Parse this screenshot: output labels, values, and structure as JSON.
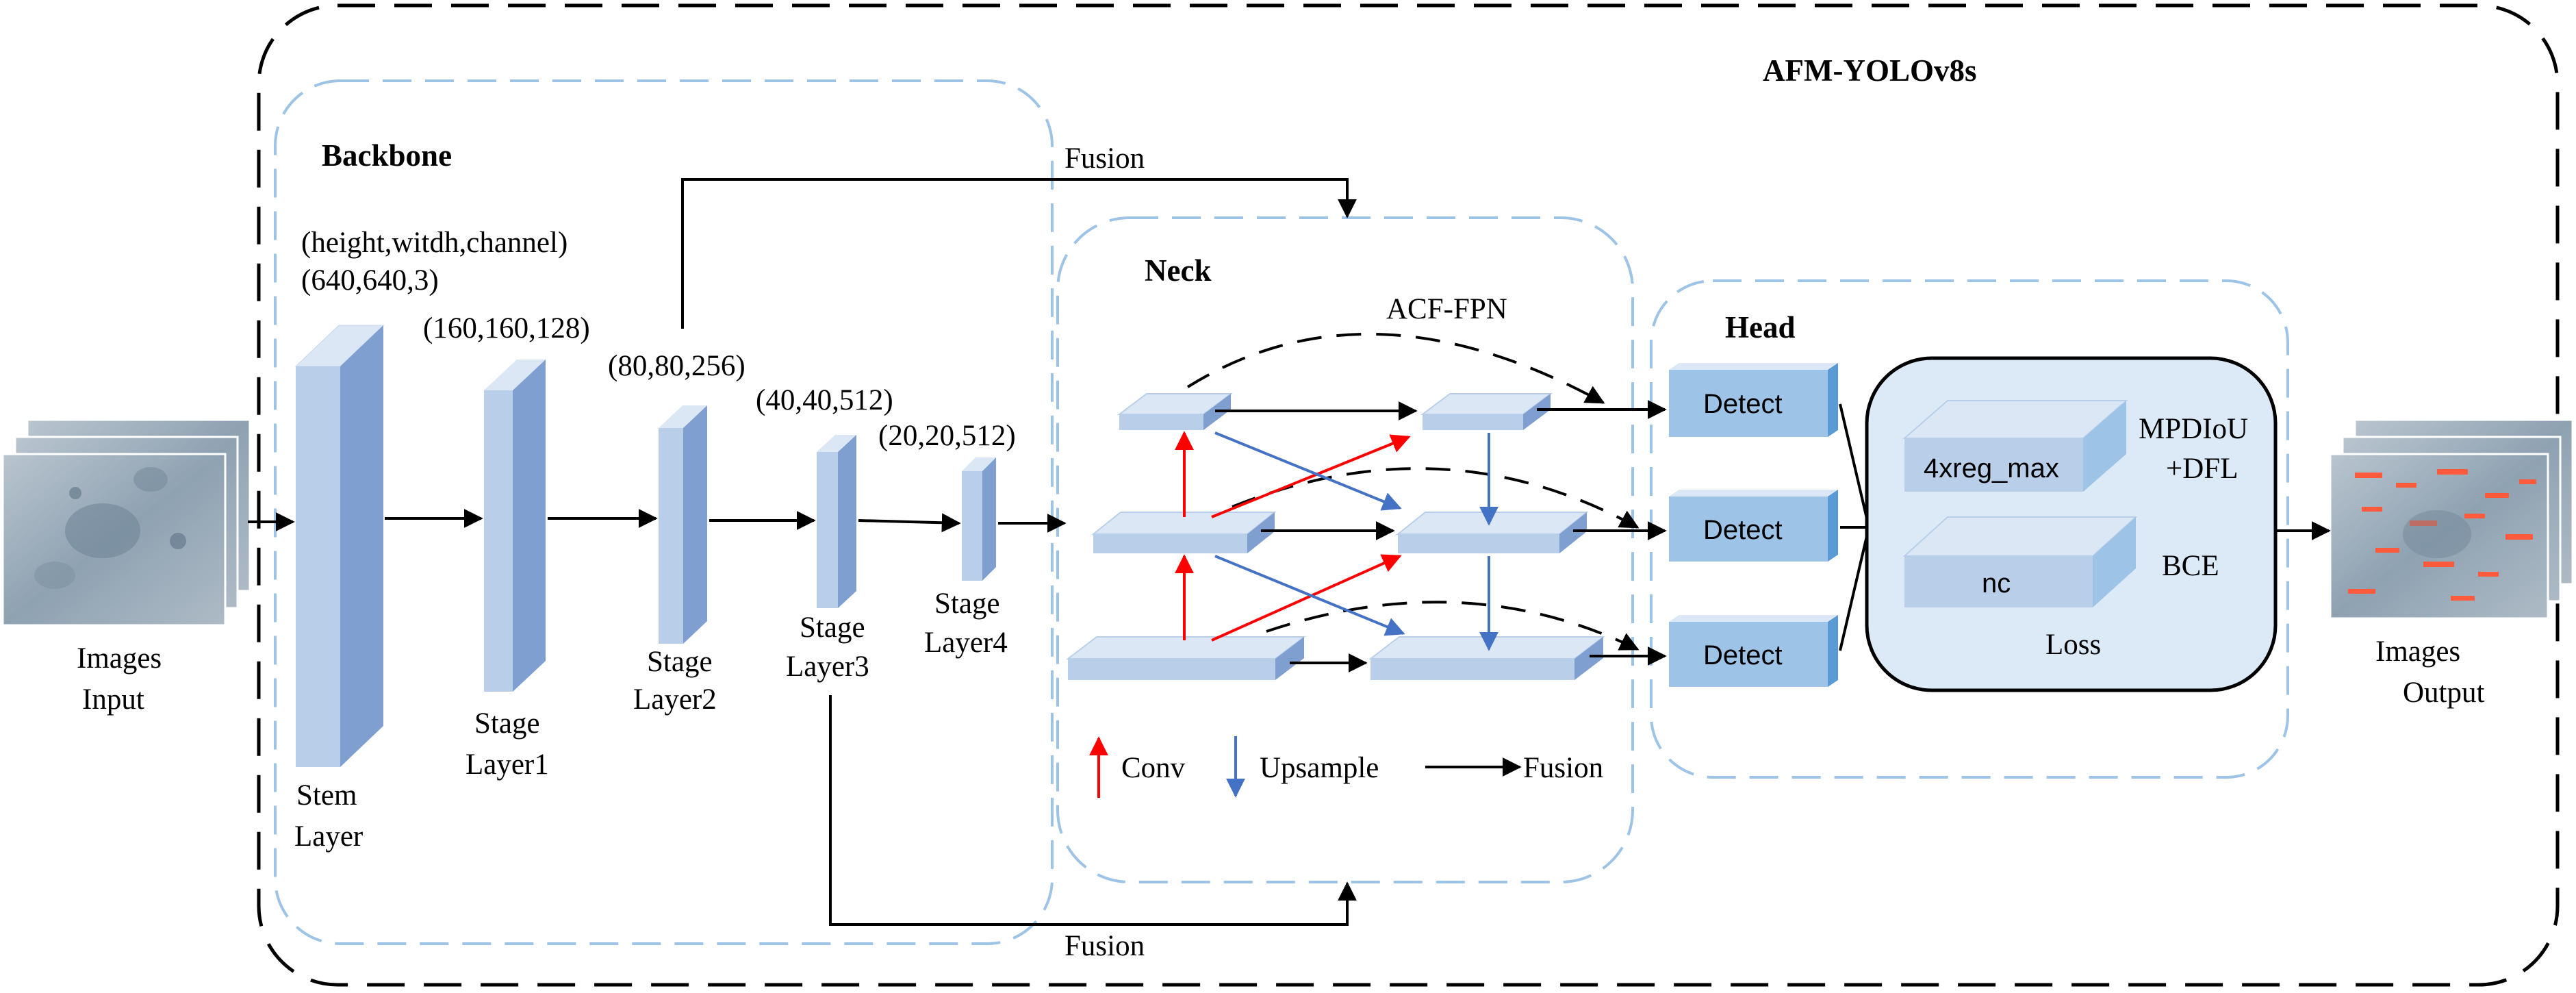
{
  "title": "AFM-YOLOv8s",
  "input": {
    "label_line1": "Images",
    "label_line2": "Input"
  },
  "output": {
    "label_line1": "Images",
    "label_line2": "Output"
  },
  "backbone": {
    "title": "Backbone",
    "shape_header": "(height,witdh,channel)",
    "stem": {
      "shape": "(640,640,3)",
      "name_line1": "Stem",
      "name_line2": "Layer"
    },
    "stages": [
      {
        "shape": "(160,160,128)",
        "name_line1": "Stage",
        "name_line2": "Layer1"
      },
      {
        "shape": "(80,80,256)",
        "name_line1": "Stage",
        "name_line2": "Layer2"
      },
      {
        "shape": "(40,40,512)",
        "name_line1": "Stage",
        "name_line2": "Layer3"
      },
      {
        "shape": "(20,20,512)",
        "name_line1": "Stage",
        "name_line2": "Layer4"
      }
    ]
  },
  "neck": {
    "title": "Neck",
    "subtitle": "ACF-FPN",
    "legend": {
      "conv": "Conv",
      "upsample": "Upsample",
      "fusion": "Fusion"
    }
  },
  "fusion_top": "Fusion",
  "fusion_bottom": "Fusion",
  "head": {
    "title": "Head",
    "detect": [
      "Detect",
      "Detect",
      "Detect"
    ]
  },
  "loss": {
    "title": "Loss",
    "reg_box": "4xreg_max",
    "cls_box": "nc",
    "reg_loss_line1": "MPDIoU",
    "reg_loss_line2": "+DFL",
    "cls_loss": "BCE"
  },
  "colors": {
    "block_front": "#b9cfe9",
    "block_top": "#dbe7f5",
    "block_side": "#7f9fd1",
    "dashed_blue": "#9dc3e6",
    "conv_arrow": "#ff0000",
    "upsample_arrow": "#4472c4",
    "loss_fill": "#dce9f6"
  }
}
